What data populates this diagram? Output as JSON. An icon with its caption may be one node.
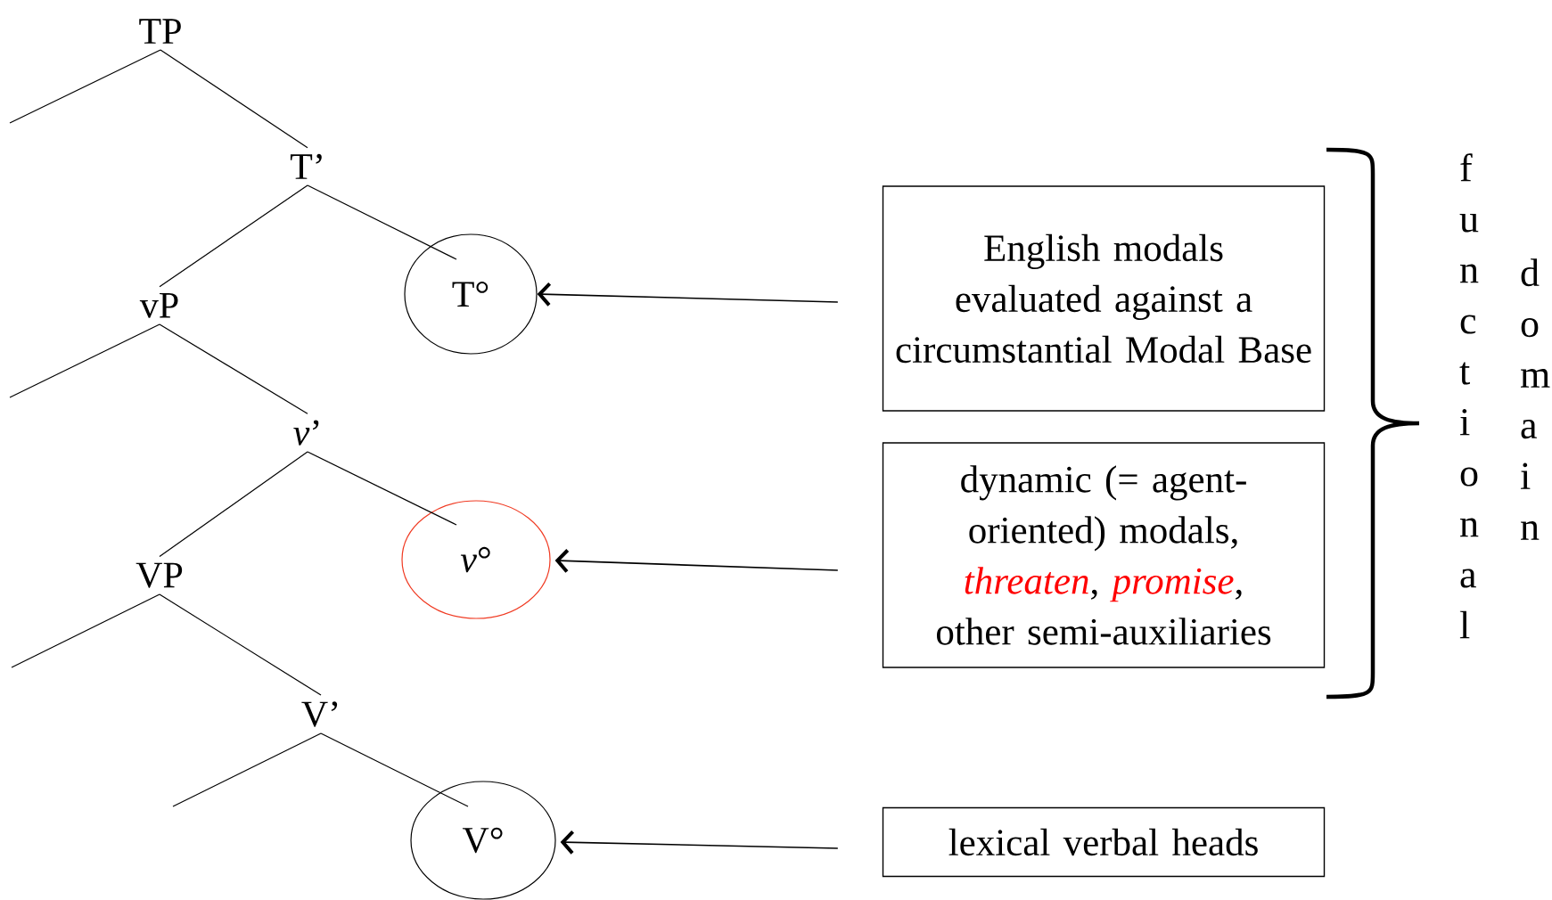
{
  "diagram": {
    "nodes": [
      {
        "text": [
          "TP"
        ]
      },
      {
        "text": [
          "T’"
        ]
      },
      {
        "text": [
          "vP"
        ]
      },
      {
        "text": [
          "T°"
        ]
      },
      {
        "text": [
          "*v*’"
        ]
      },
      {
        "text": [
          "VP"
        ]
      },
      {
        "text": [
          "*v*°"
        ]
      },
      {
        "text": [
          "V’"
        ]
      },
      {
        "text": [
          "V°"
        ]
      },
      {
        "text": [
          "English modals evaluated against a circumstantial Modal Base"
        ]
      },
      {
        "text": [
          "dynamic (= agent-oriented) modals, *threaten*, *promise*, other semi-auxiliaries"
        ]
      },
      {
        "text": [
          "lexical verbal heads"
        ]
      }
    ],
    "edges": [
      {
        "from": 0,
        "to": null,
        "arrow": "none"
      },
      {
        "from": 0,
        "to": 1,
        "arrow": "none"
      },
      {
        "from": 1,
        "to": 2,
        "arrow": "none"
      },
      {
        "from": 1,
        "to": 3,
        "arrow": "none"
      },
      {
        "from": 2,
        "to": null,
        "arrow": "none"
      },
      {
        "from": 2,
        "to": 4,
        "arrow": "none"
      },
      {
        "from": 4,
        "to": 5,
        "arrow": "none"
      },
      {
        "from": 4,
        "to": 6,
        "arrow": "none"
      },
      {
        "from": 5,
        "to": null,
        "arrow": "none"
      },
      {
        "from": 5,
        "to": 7,
        "arrow": "none"
      },
      {
        "from": 7,
        "to": null,
        "arrow": "none"
      },
      {
        "from": 7,
        "to": 8,
        "arrow": "none"
      },
      {
        "from": 9,
        "to": 3,
        "arrow": "to"
      },
      {
        "from": 10,
        "to": 6,
        "arrow": "to"
      },
      {
        "from": 11,
        "to": 8,
        "arrow": "to"
      }
    ],
    "labels": [
      "functional",
      "domain"
    ]
  }
}
